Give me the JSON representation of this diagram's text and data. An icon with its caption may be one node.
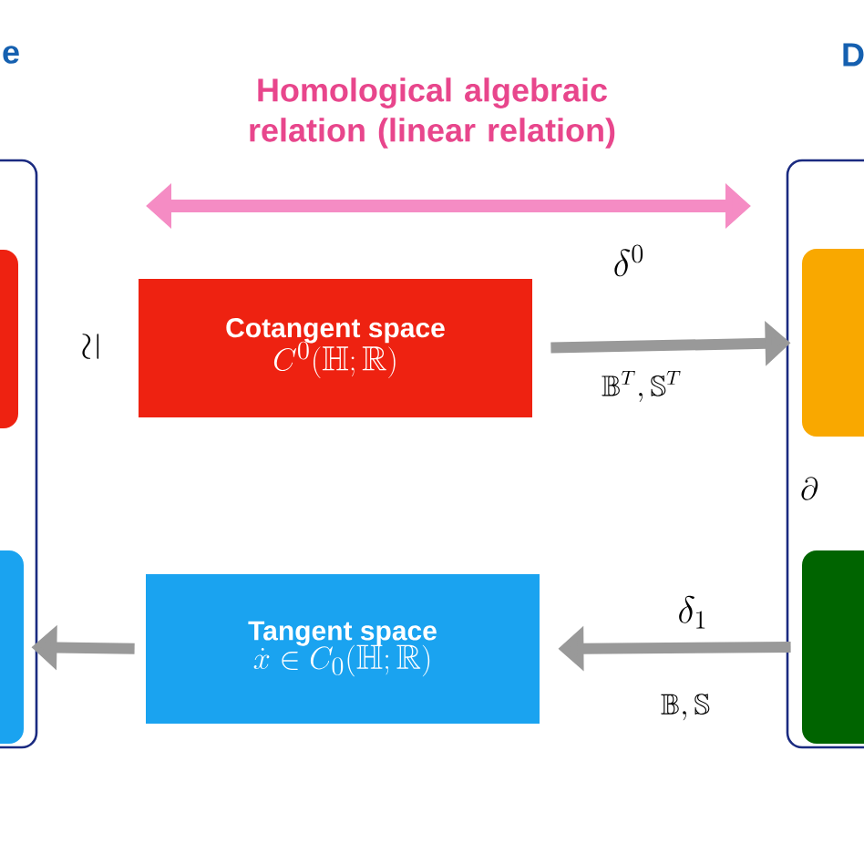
{
  "diagram": {
    "nodes": [
      {
        "text": [],
        "shape": "box"
      },
      {
        "text": [],
        "shape": "box",
        "in": 0
      },
      {
        "text": [],
        "shape": "box",
        "in": 0
      },
      {
        "text": [],
        "shape": "box"
      },
      {
        "text": [],
        "shape": "box",
        "in": 3
      },
      {
        "text": [],
        "shape": "box",
        "in": 3
      },
      {
        "text": [
          "Cotangent space",
          "C^{0}(\\mathbb{H};\\mathbb{R})"
        ]
      },
      {
        "text": [
          "Tangent space",
          "\\dot{x}\\in C_{0}(\\mathbb{H};\\mathbb{R})"
        ]
      }
    ],
    "edges": [
      {
        "from": 6,
        "to": 4,
        "arrow": "to",
        "label": "\\delta^{0}"
      },
      {
        "from": 5,
        "to": 7,
        "arrow": "to",
        "label": "\\delta_{1}"
      },
      {
        "from": 7,
        "to": 2,
        "arrow": "to"
      }
    ],
    "labels": [
      "e",
      "D",
      "Homological algebraic relation (linear relation)",
      "\\simeq",
      "\\mathbb{B}^{T},\\mathbb{S}^{T}",
      "\\mathbb{B},\\mathbb{S}",
      "\\partial"
    ]
  }
}
